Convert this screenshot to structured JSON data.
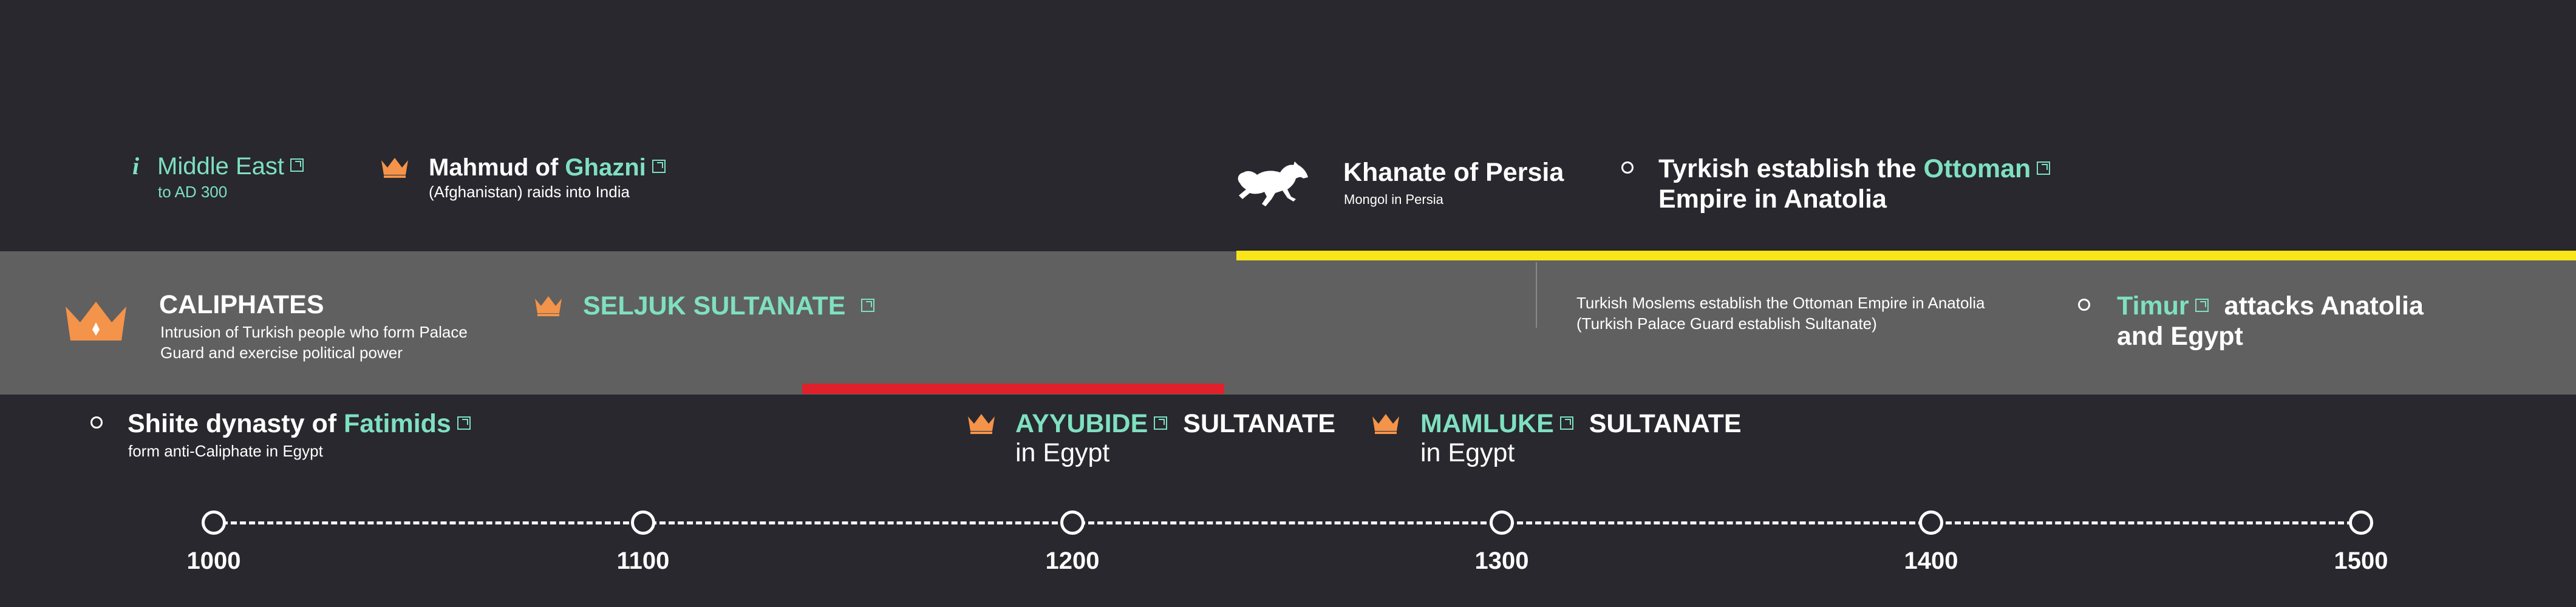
{
  "colors": {
    "background": "#28282e",
    "band": "#606060",
    "accent_teal": "#7fe0c0",
    "accent_orange": "#f4934a",
    "yellow_line": "#f8e51a",
    "red_line": "#e0202a"
  },
  "events": {
    "middle_east": {
      "title": "Middle East",
      "sub": "to AD 300",
      "icon": "info-icon"
    },
    "mahmud": {
      "pre": "Mahmud of ",
      "link": "Ghazni",
      "sub": "(Afghanistan) raids into India",
      "icon": "crown-icon"
    },
    "khanate": {
      "title": "Khanate of Persia",
      "sub": "Mongol in Persia",
      "icon": "horse-icon"
    },
    "ottoman_top": {
      "pre": "Tyrkish establish the ",
      "link": "Ottoman",
      "line2": "Empire in Anatolia"
    },
    "caliphates": {
      "title": "CALIPHATES",
      "sub1": "Intrusion of Turkish people who form Palace",
      "sub2": "Guard and exercise political power",
      "icon": "crown-icon"
    },
    "seljuk": {
      "title": "SELJUK SULTANATE",
      "icon": "crown-icon"
    },
    "ottoman_band": {
      "line1": "Turkish Moslems establish the Ottoman Empire in Anatolia",
      "line2": "(Turkish Palace Guard establish Sultanate)"
    },
    "timur": {
      "link": "Timur",
      "post": "attacks Anatolia",
      "line2": "and Egypt"
    },
    "fatimids": {
      "pre": "Shiite dynasty of ",
      "link": "Fatimids",
      "sub": "form anti-Caliphate in Egypt"
    },
    "ayyubide": {
      "link": "AYYUBIDE",
      "post": "SULTANATE",
      "line2": "in Egypt",
      "icon": "crown-icon"
    },
    "mamluke": {
      "link": "MAMLUKE",
      "post": "SULTANATE",
      "line2": "in Egypt",
      "icon": "crown-icon"
    }
  },
  "axis": {
    "years": [
      "1000",
      "1100",
      "1200",
      "1300",
      "1400",
      "1500"
    ]
  }
}
